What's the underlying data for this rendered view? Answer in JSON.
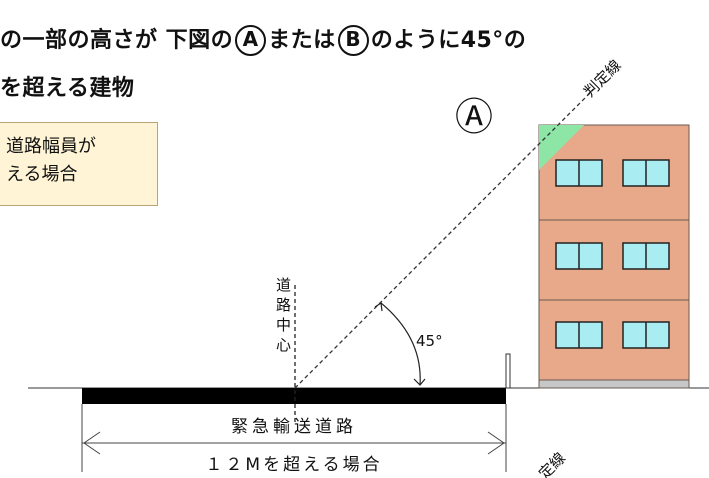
{
  "heading": {
    "line1_before": "の一部の高さが 下図の",
    "marker_a": "A",
    "line1_mid": "または",
    "marker_b": "B",
    "line1_after": "のように45°の",
    "line2": "を超える建物"
  },
  "note_box": {
    "line1": "道路幅員が",
    "line2": "える場合"
  },
  "diagram": {
    "marker_label": "Ⓐ",
    "judgment_line_label": "判定線",
    "judgment_line_label_cropped": "定線",
    "road_center_label": "道路中心",
    "angle_label": "45°",
    "road_name": "緊急輸送道路",
    "road_width_label": "１２Mを超える場合"
  },
  "colors": {
    "building_fill": "#e8a98a",
    "building_stroke": "#6a5a50",
    "window_fill": "#a9ecf2",
    "roof_corner": "#8ee6a6",
    "foundation": "#c7c7c7",
    "road": "#000000",
    "note_bg": "#fff5d6"
  }
}
